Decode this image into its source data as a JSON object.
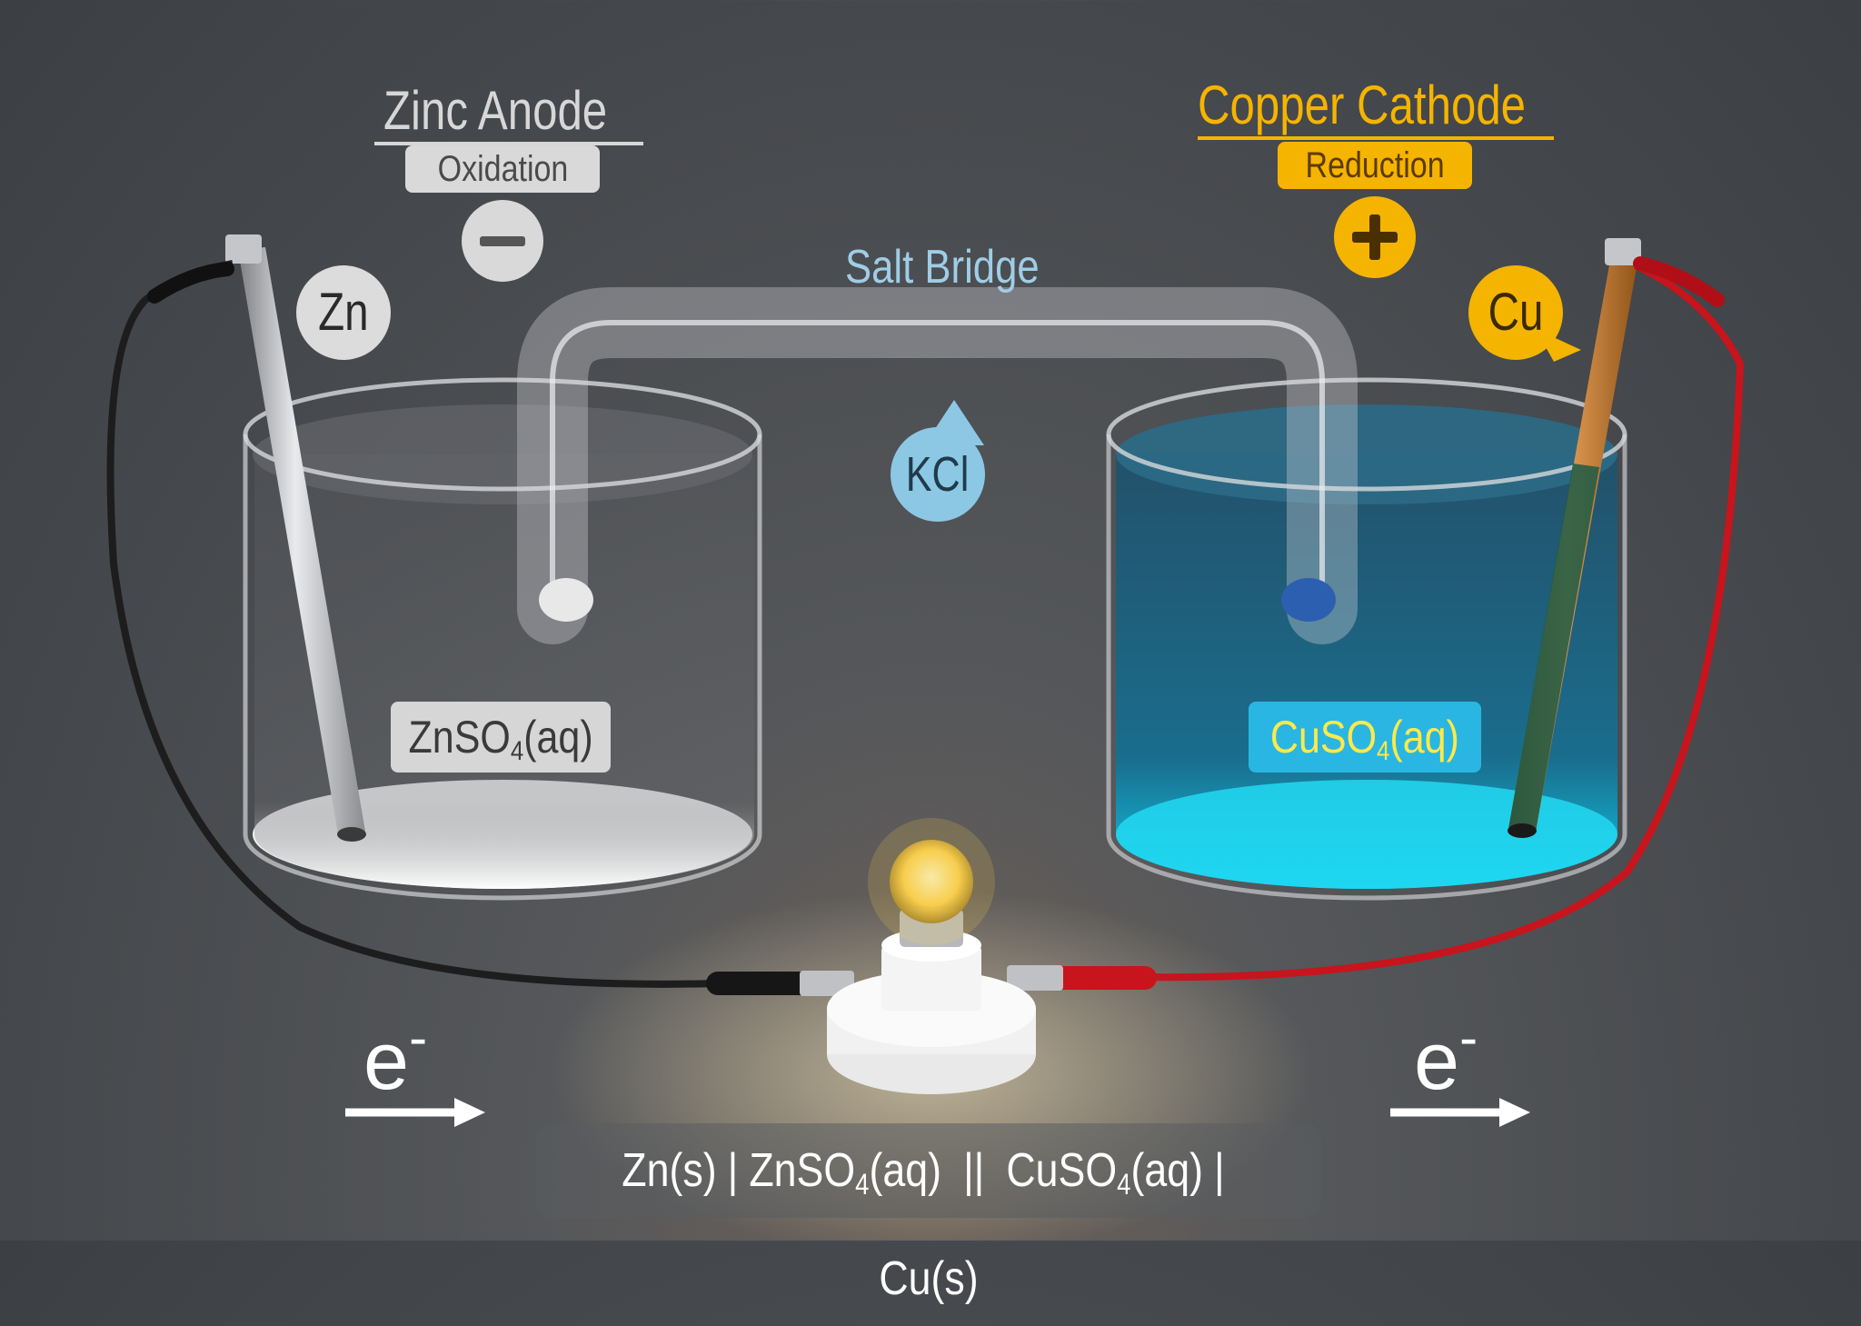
{
  "anode": {
    "title": "Zinc Anode",
    "process": "Oxidation",
    "sign": "−",
    "symbol": "Zn",
    "solution": {
      "main": "ZnSO",
      "sub": "4",
      "tail": "(aq)"
    },
    "title_color": "#d7d7d7",
    "pill_color": "#d9d9d9",
    "text_color": "#4a4a4a"
  },
  "cathode": {
    "title": "Copper Cathode",
    "process": "Reduction",
    "sign": "+",
    "symbol": "Cu",
    "solution": {
      "main": "CuSO",
      "sub": "4",
      "tail": "(aq)"
    },
    "title_color": "#f5b400",
    "pill_color": "#f5b400",
    "text_color": "#5a3b00",
    "solution_pill_color": "#29b6e3",
    "solution_text_color": "#ffe94a",
    "liquid_color": "#1e6f8e"
  },
  "salt_bridge": {
    "label": "Salt Bridge",
    "electrolyte": "KCl",
    "label_color": "#9fcde6",
    "drop_color": "#8cc8e4"
  },
  "electron_flow": {
    "left": {
      "base": "e",
      "sup": "-"
    },
    "right": {
      "base": "e",
      "sup": "-"
    }
  },
  "cell_notation": {
    "p1": "Zn(s)",
    "sep1": "|",
    "p2_main": "ZnSO",
    "p2_sub": "4",
    "p2_tail": "(aq)",
    "sep2": "||",
    "p3_main": "CuSO",
    "p3_sub": "4",
    "p3_tail": "(aq)",
    "sep3": "|",
    "p4": "Cu(s)"
  },
  "wires": {
    "anode_wire": "#1d1d1d",
    "cathode_wire": "#c8141c"
  },
  "bulb": {
    "glow": "#ffd34d"
  }
}
